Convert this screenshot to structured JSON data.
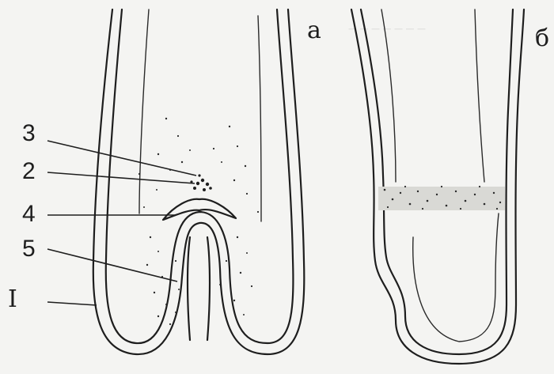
{
  "panels": {
    "a": "a",
    "b": "б"
  },
  "labels": {
    "l3": "3",
    "l2": "2",
    "l4": "4",
    "l5": "5",
    "lI": "I"
  }
}
